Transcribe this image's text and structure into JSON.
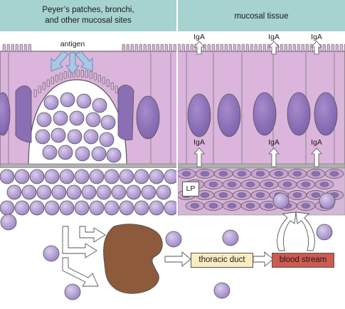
{
  "header": {
    "left_line1": "Peyer’s patches, bronchi,",
    "left_line2": "and other mucosal sites",
    "right": "mucosal tissue"
  },
  "labels": {
    "antigen": "antigen",
    "iga": "IgA",
    "lp": "LP",
    "thoracic_duct": "thoracic duct",
    "blood_stream": "blood stream"
  },
  "colors": {
    "header_bg": "#a6d3cf",
    "epithelium": "#dbb5dc",
    "nucleus": "#8b6fb5",
    "lymphocyte": "#b9a3d6",
    "lymph_node": "#8e5a3c",
    "arrow": "#a8c8e6",
    "thoracic_box": "#f8ecc0",
    "blood_box": "#cf5a50"
  }
}
